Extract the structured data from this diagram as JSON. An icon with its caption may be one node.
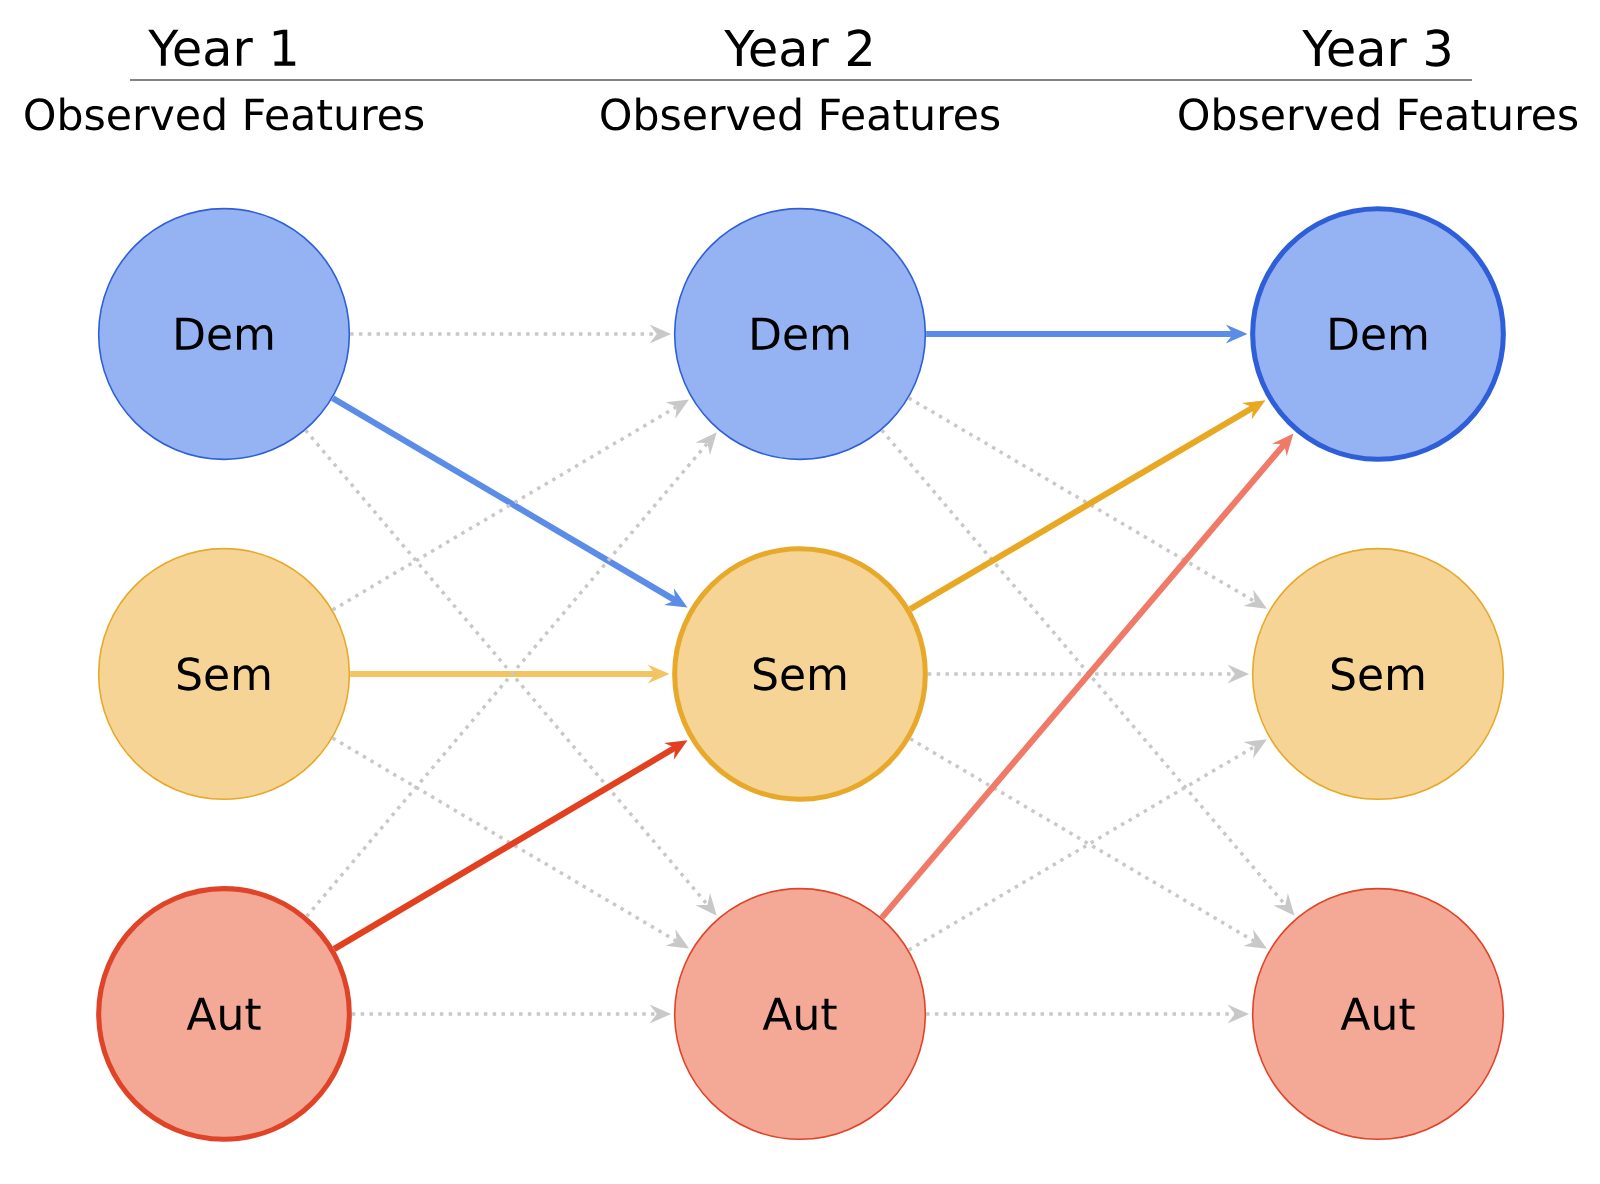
{
  "diagram": {
    "nodes": [
      {
        "text": [
          "Dem"
        ]
      },
      {
        "text": [
          "Dem"
        ]
      },
      {
        "text": [
          "Dem"
        ]
      },
      {
        "text": [
          "Sem"
        ]
      },
      {
        "text": [
          "Sem"
        ]
      },
      {
        "text": [
          "Sem"
        ]
      },
      {
        "text": [
          "Aut"
        ]
      },
      {
        "text": [
          "Aut"
        ]
      },
      {
        "text": [
          "Aut"
        ]
      }
    ],
    "edges": [
      {
        "from": 0,
        "to": 1,
        "arrow": "to",
        "style": "dashed",
        "color": "#c8c8c8"
      },
      {
        "from": 0,
        "to": 4,
        "arrow": "to",
        "color": "#5b8de8"
      },
      {
        "from": 0,
        "to": 7,
        "arrow": "to",
        "style": "dashed",
        "color": "#c8c8c8"
      },
      {
        "from": 3,
        "to": 1,
        "arrow": "to",
        "style": "dashed",
        "color": "#c8c8c8"
      },
      {
        "from": 3,
        "to": 4,
        "arrow": "to",
        "color": "#f2c462"
      },
      {
        "from": 3,
        "to": 7,
        "arrow": "to",
        "style": "dashed",
        "color": "#c8c8c8"
      },
      {
        "from": 6,
        "to": 1,
        "arrow": "to",
        "style": "dashed",
        "color": "#c8c8c8"
      },
      {
        "from": 6,
        "to": 4,
        "arrow": "to",
        "color": "#e2401f"
      },
      {
        "from": 6,
        "to": 7,
        "arrow": "to",
        "style": "dashed",
        "color": "#c8c8c8"
      },
      {
        "from": 1,
        "to": 2,
        "arrow": "to",
        "color": "#5b8de8"
      },
      {
        "from": 1,
        "to": 5,
        "arrow": "to",
        "style": "dashed",
        "color": "#c8c8c8"
      },
      {
        "from": 1,
        "to": 8,
        "arrow": "to",
        "style": "dashed",
        "color": "#c8c8c8"
      },
      {
        "from": 4,
        "to": 2,
        "arrow": "to",
        "color": "#e9a823"
      },
      {
        "from": 4,
        "to": 5,
        "arrow": "to",
        "style": "dashed",
        "color": "#c8c8c8"
      },
      {
        "from": 4,
        "to": 8,
        "arrow": "to",
        "style": "dashed",
        "color": "#c8c8c8"
      },
      {
        "from": 7,
        "to": 2,
        "arrow": "to",
        "color": "#f07a68"
      },
      {
        "from": 7,
        "to": 5,
        "arrow": "to",
        "style": "dashed",
        "color": "#c8c8c8"
      },
      {
        "from": 7,
        "to": 8,
        "arrow": "to",
        "style": "dashed",
        "color": "#c8c8c8"
      }
    ],
    "labels": [
      "Year 1",
      "Year 2",
      "Year 3",
      "Observed Features",
      "Observed Features",
      "Observed Features"
    ]
  }
}
